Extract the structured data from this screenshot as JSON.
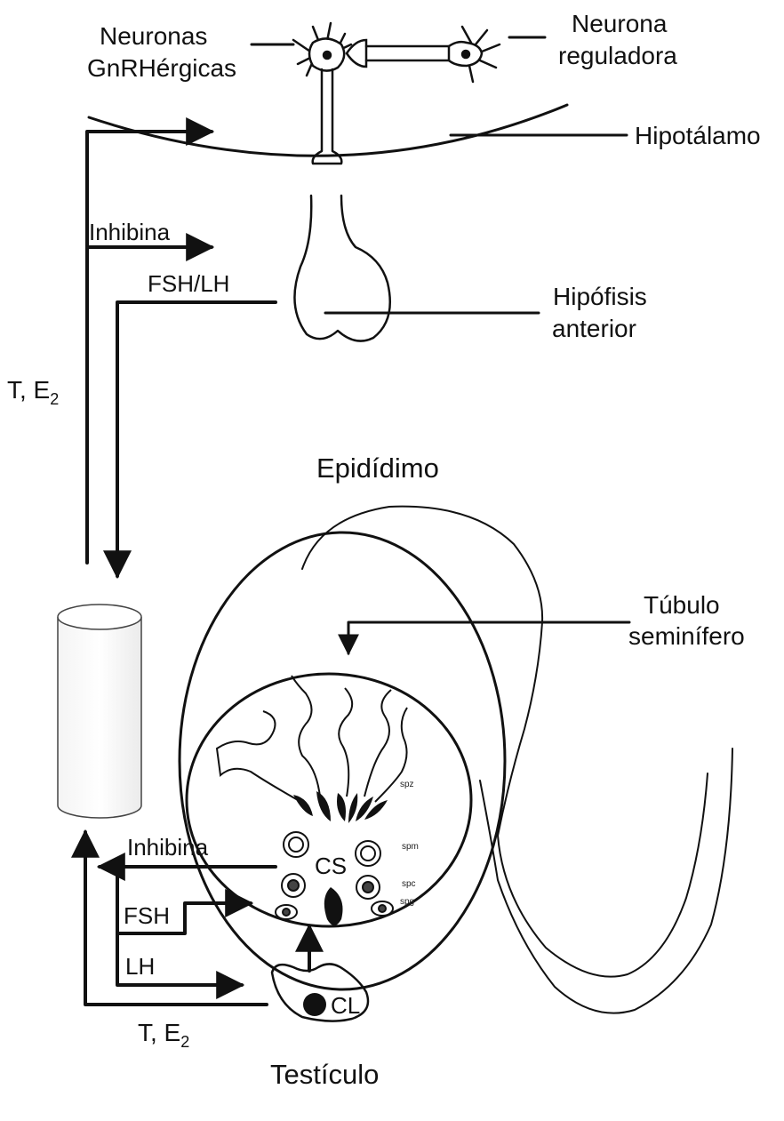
{
  "labels": {
    "neuronas_line1": "Neuronas",
    "neuronas_line2": "GnRHérgicas",
    "neurona_reg_line1": "Neurona",
    "neurona_reg_line2": "reguladora",
    "hipotalamo": "Hipotálamo",
    "inhibina_top": "Inhibina",
    "fsh_lh": "FSH/LH",
    "hipofisis_line1": "Hipófisis",
    "hipofisis_line2": "anterior",
    "t_e2_left": "T, E",
    "t_e2_left_sub": "2",
    "epididimo": "Epidídimo",
    "tubulo_line1": "Túbulo",
    "tubulo_line2": "seminífero",
    "spz": "spz",
    "spm": "spm",
    "spc": "spc",
    "spg": "spg",
    "cs": "CS",
    "inhibina_bottom": "Inhibina",
    "fsh": "FSH",
    "lh": "LH",
    "cl": "CL",
    "t_e2_bottom": "T, E",
    "t_e2_bottom_sub": "2",
    "testiculo": "Testículo"
  },
  "colors": {
    "ink": "#111111",
    "background": "#ffffff"
  }
}
